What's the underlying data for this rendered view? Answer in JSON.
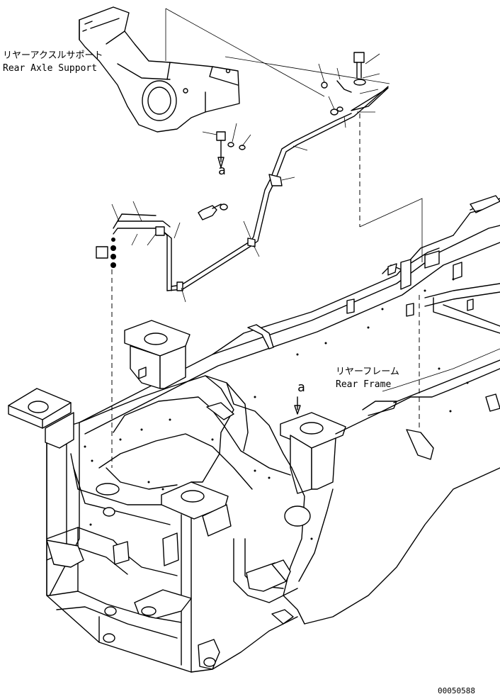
{
  "labels": {
    "rear_axle_support_jp": "リヤーアクスルサポート",
    "rear_axle_support_en": "Rear Axle Support",
    "rear_frame_jp": "リヤーフレーム",
    "rear_frame_en": "Rear Frame",
    "ref_a_upper": "a",
    "ref_a_lower": "a",
    "drawing_number": "00050588"
  }
}
